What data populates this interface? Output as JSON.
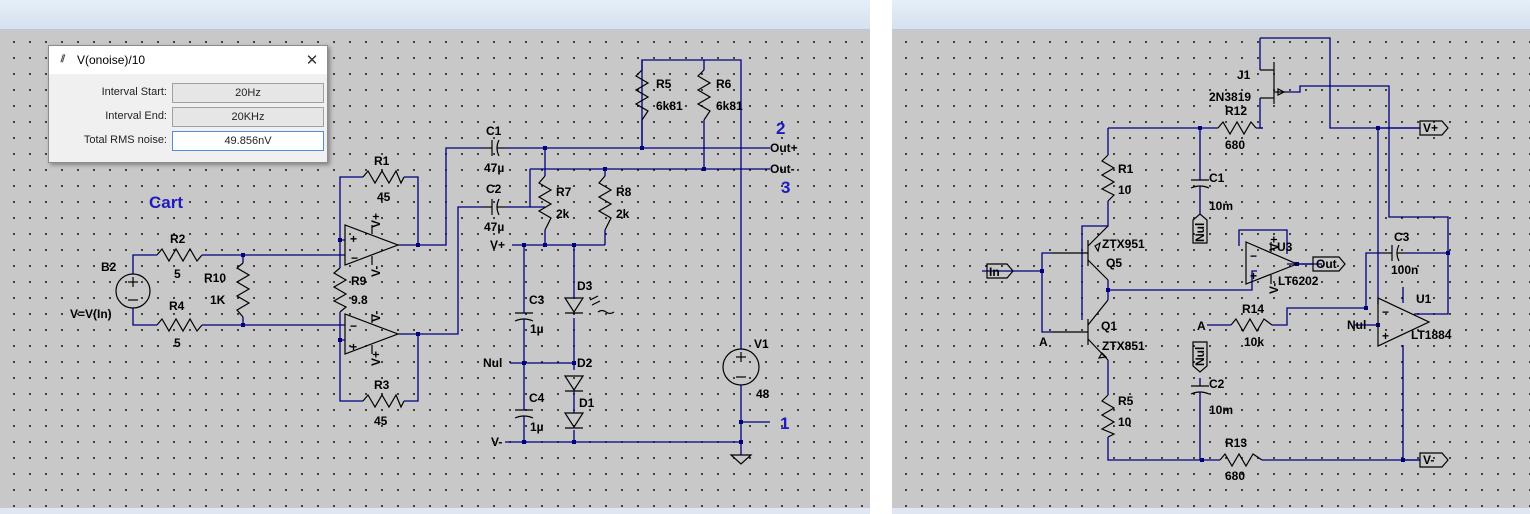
{
  "left": {
    "annotations": {
      "cart": "Cart",
      "port2": "2",
      "port3": "3",
      "port1": "1"
    },
    "components": {
      "B2": {
        "name": "B2",
        "value": "V=V(In)"
      },
      "R2": {
        "name": "R2",
        "value": "5"
      },
      "R4": {
        "name": "R4",
        "value": "5"
      },
      "R10": {
        "name": "R10",
        "value": "1K"
      },
      "R1": {
        "name": "R1",
        "value": "45"
      },
      "R9": {
        "name": "R9",
        "value": "9.8"
      },
      "R3": {
        "name": "R3",
        "value": "45"
      },
      "C1": {
        "name": "C1",
        "value": "47µ"
      },
      "C2": {
        "name": "C2",
        "value": "47µ"
      },
      "R5": {
        "name": "R5",
        "value": "6k81"
      },
      "R6": {
        "name": "R6",
        "value": "6k81"
      },
      "R7": {
        "name": "R7",
        "value": "2k"
      },
      "R8": {
        "name": "R8",
        "value": "2k"
      },
      "C3": {
        "name": "C3",
        "value": "1µ"
      },
      "C4": {
        "name": "C4",
        "value": "1µ"
      },
      "D1": {
        "name": "D1"
      },
      "D2": {
        "name": "D2"
      },
      "D3": {
        "name": "D3"
      },
      "V1": {
        "name": "V1",
        "value": "48"
      }
    },
    "ports": {
      "outp": "Out+",
      "outm": "Out-",
      "vplus": "V+",
      "nul": "Nul",
      "vminus": "V-"
    },
    "opamp_pins": {
      "vplus": "V+",
      "vminus": "V-",
      "vminus2": "V-",
      "vplus2": "V+"
    }
  },
  "dialog": {
    "title": "V(onoise)/10",
    "icon": "waveform-icon",
    "close": "✕",
    "rows": [
      {
        "label": "Interval Start:",
        "value": "20Hz"
      },
      {
        "label": "Interval End:",
        "value": "20KHz"
      },
      {
        "label": "Total RMS noise:",
        "value": "49.856nV"
      }
    ]
  },
  "right": {
    "components": {
      "J1": {
        "name": "J1",
        "value": "2N3819"
      },
      "R12": {
        "name": "R12",
        "value": "680"
      },
      "R1": {
        "name": "R1",
        "value": "10"
      },
      "C1": {
        "name": "C1",
        "value": "10m"
      },
      "Q5": {
        "name": "Q5",
        "value": "ZTX951"
      },
      "U3": {
        "name": "U3",
        "value": "LT6202"
      },
      "C3": {
        "name": "C3",
        "value": "100n"
      },
      "U1": {
        "name": "U1",
        "value": "LT1884"
      },
      "R14": {
        "name": "R14",
        "value": "10k"
      },
      "Q1": {
        "name": "Q1",
        "value": "ZTX851"
      },
      "C2": {
        "name": "C2",
        "value": "10m"
      },
      "R5": {
        "name": "R5",
        "value": "10"
      },
      "R13": {
        "name": "R13",
        "value": "680"
      }
    },
    "ports": {
      "in": "In",
      "out": "Out",
      "vplus": "V+",
      "vminus": "V-",
      "nul1": "Nul",
      "nul2": "Nul",
      "nul3": "Nul",
      "a1": "A",
      "a2": "A"
    },
    "opamp_pins": {
      "u3_vplus": "V+",
      "u3_vminus": "V-"
    }
  }
}
